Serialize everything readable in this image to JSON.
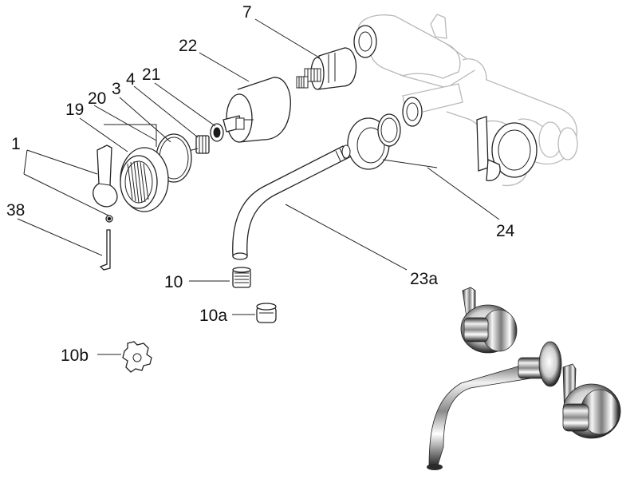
{
  "labels": {
    "l1": "1",
    "l38": "38",
    "l19": "19",
    "l20": "20",
    "l3": "3",
    "l4": "4",
    "l21": "21",
    "l22": "22",
    "l7": "7",
    "l24": "24",
    "l23a": "23a",
    "l10": "10",
    "l10a": "10a",
    "l10b": "10b"
  },
  "colors": {
    "line": "#222222",
    "ghost": "#b9b9b9",
    "chrome_dark": "#1a1a1a",
    "chrome_light": "#f4f4f4"
  }
}
